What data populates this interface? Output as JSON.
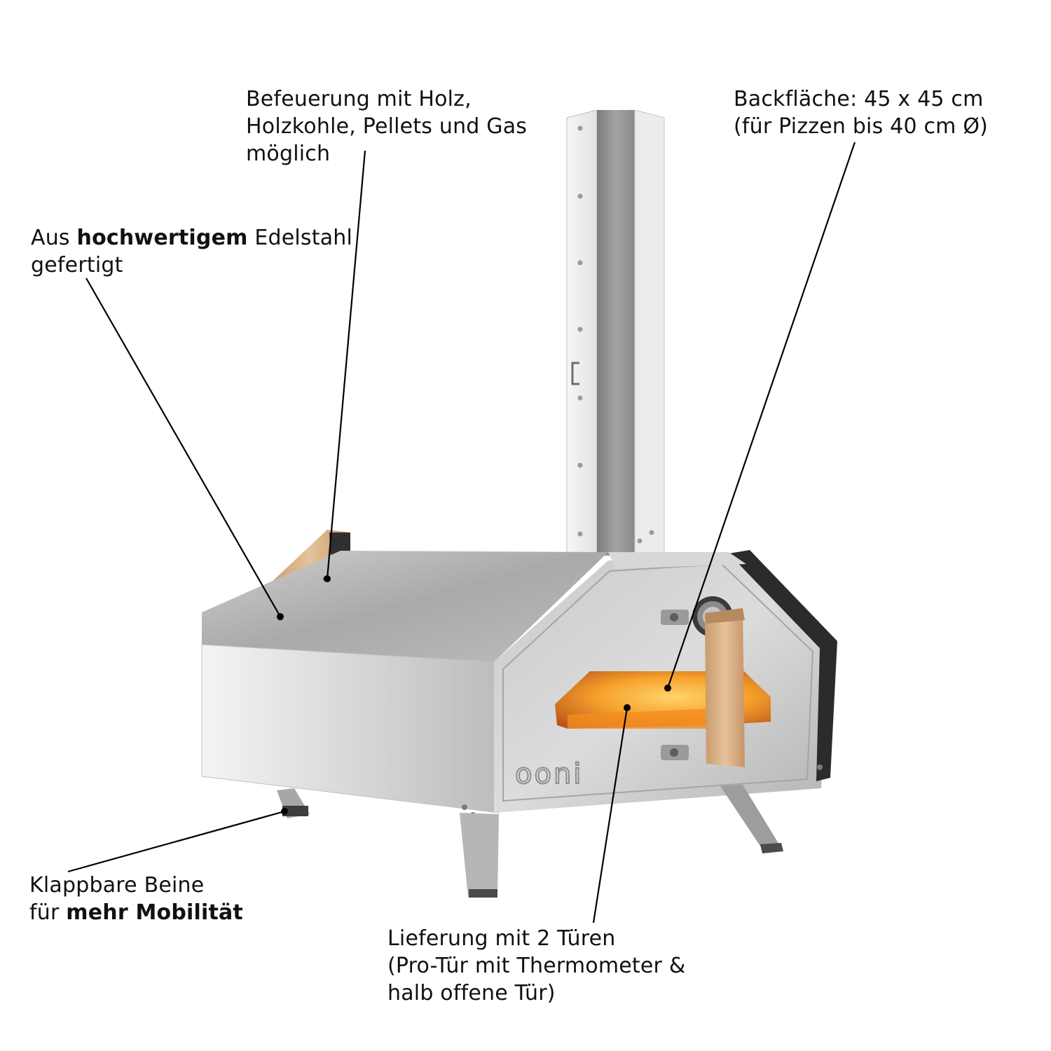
{
  "annotations": {
    "fuel": {
      "lines": [
        "Befeuerung mit Holz,",
        "Holzkohle, Pellets und Gas",
        "möglich"
      ]
    },
    "steel": {
      "line1_before": "Aus ",
      "line1_bold": "hochwertigem",
      "line1_after": " Edelstahl",
      "line2": "gefertigt"
    },
    "baking_area": {
      "lines": [
        "Backfläche: 45 x 45 cm",
        "(für Pizzen bis 40 cm Ø)"
      ]
    },
    "legs": {
      "line1": "Klappbare Beine",
      "line2_before": "für ",
      "line2_bold": "mehr Mobilität"
    },
    "doors": {
      "lines": [
        "Lieferung mit 2 Türen",
        "(Pro-Tür mit Thermometer &",
        "halb offene Tür)"
      ]
    }
  },
  "product": {
    "brand_logo": "ooni",
    "parts": [
      "chimney",
      "oven-body",
      "oven-door",
      "door-handle",
      "thermometer",
      "oven-opening",
      "folding-legs",
      "rear-fuel-hatch"
    ]
  },
  "colors": {
    "steel_light": "#e4e4e4",
    "steel_mid": "#b9b9b9",
    "steel_dark": "#8e8e8e",
    "flame": "#f49a2a",
    "wood": "#ddb68d",
    "leader_line": "#000000"
  }
}
